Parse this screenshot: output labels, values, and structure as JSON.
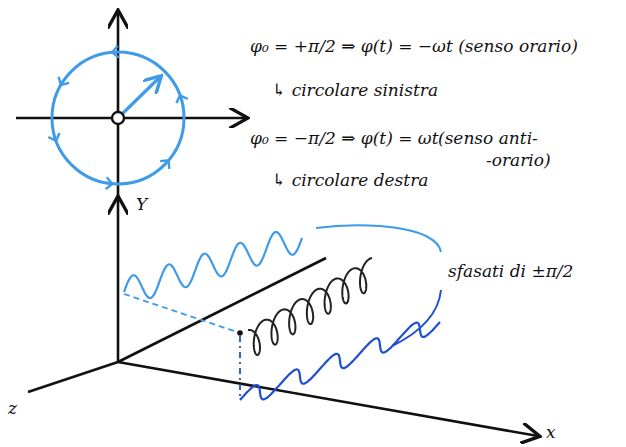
{
  "diagram": {
    "labels": [
      "φ₀ = +π/2 ⇒ φ(t) = −ωt (senso orario)",
      "↳ circolare sinistra",
      "φ₀ = −π/2 ⇒ φ(t) = ωt",
      "(senso anti-",
      "-orario)",
      "↳ circolare destra",
      "sfasati di ±π/2",
      "Y",
      "z",
      "x"
    ]
  }
}
